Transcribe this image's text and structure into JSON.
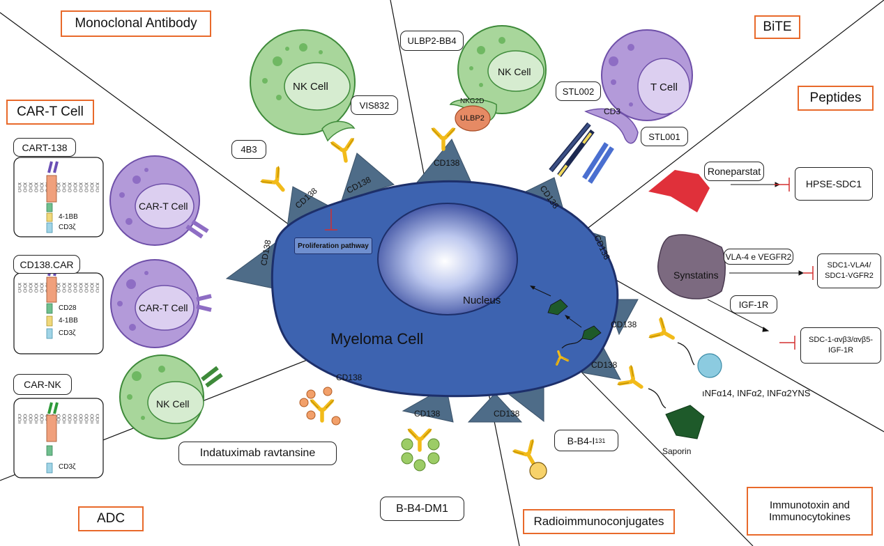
{
  "categories": {
    "monoclonal_antibody": "Monoclonal Antibody",
    "bite": "BiTE",
    "car_t_cell": "CAR-T Cell",
    "peptides": "Peptides",
    "adc": "ADC",
    "radioimmunoconjugates": "Radioimmunoconjugates",
    "immunotoxin": "Immunotoxin and Immunocytokines"
  },
  "cells": {
    "myeloma": "Myeloma Cell",
    "nucleus": "Nucleus",
    "nk_cell": "NK Cell",
    "t_cell": "T Cell",
    "car_t_cell": "CAR-T Cell"
  },
  "receptor_label": "CD138",
  "car_constructs": [
    {
      "name": "CART-138",
      "domains": [
        "4-1BB",
        "CD3ζ"
      ]
    },
    {
      "name": "CD138.CAR",
      "domains": [
        "CD28",
        "4-1BB",
        "CD3ζ"
      ]
    },
    {
      "name": "CAR-NK",
      "domains": [
        "CD3ζ"
      ]
    }
  ],
  "agents": {
    "b4b3": "4B3",
    "vis832": "VIS832",
    "ulbp2_bb4": "ULBP2-BB4",
    "nkg2d": "NKG2D",
    "ulbp2": "ULBP2",
    "stl002": "STL002",
    "stl001": "STL001",
    "cd3": "CD3",
    "roneparstat": "Roneparstat",
    "hpse_sdc1": "HPSE-SDC1",
    "synstatins": "Synstatins",
    "vla4_vegfr2": "VLA-4 e VEGFR2",
    "sdc1_vla4_line1": "SDC1-VLA4/",
    "sdc1_vla4_line2": "SDC1-VGFR2",
    "igf1r": "IGF-1R",
    "sdc1_avb_line1": "SDC-1-αvβ3/αvβ5-",
    "sdc1_avb_line2": "IGF-1R",
    "infa": "ıNFα14, INFα2, INFα2YNS",
    "saporin": "Saporin",
    "bb4_i131_base": "B-B4-I",
    "bb4_i131_sup": "131",
    "indatuximab": "Indatuximab ravtansine",
    "bb4_dm1": "B-B4-DM1",
    "proliferation": "Proliferation pathway"
  },
  "colors": {
    "category_border": "#e8692a",
    "myeloma_fill": "#3d63b0",
    "cd138_fill": "#4e6c88",
    "antibody": "#f2bb1a",
    "nk_cell": "#a8d69b",
    "t_cell": "#b39ad9",
    "inhibit": "#d32f2f",
    "roneparstat_shape": "#e0303a",
    "synstatins_shape": "#7c6a80"
  }
}
